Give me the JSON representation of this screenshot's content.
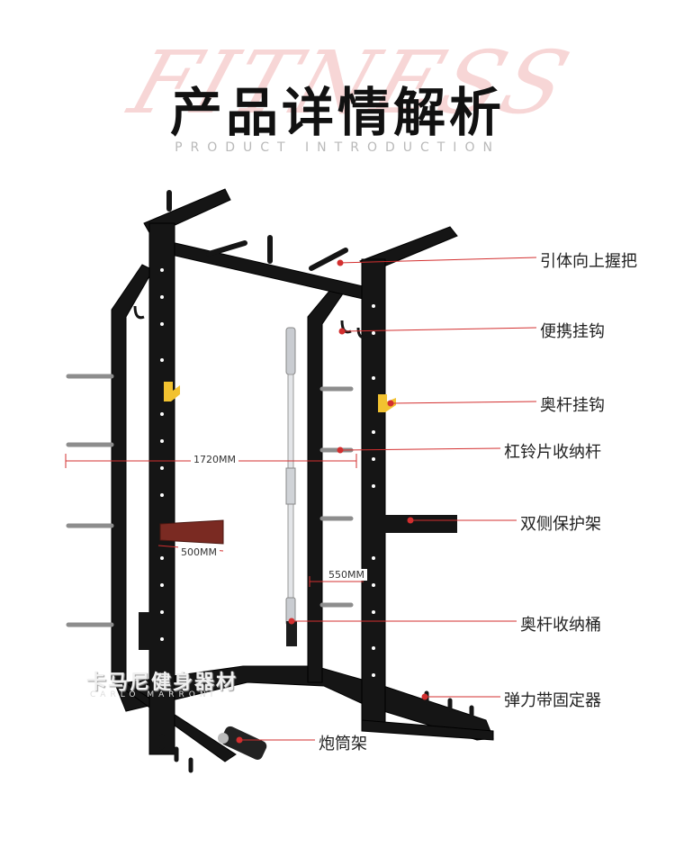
{
  "header": {
    "bg_script": "FITNESS",
    "title": "产品详情解析",
    "subtitle": "PRODUCT INTRODUCTION"
  },
  "dimensions": {
    "width": "1720MM",
    "depth": "500MM",
    "hook_span": "550MM"
  },
  "callouts": [
    {
      "label": "引体向上握把"
    },
    {
      "label": "便携挂钩"
    },
    {
      "label": "奥杆挂钩"
    },
    {
      "label": "杠铃片收纳杆"
    },
    {
      "label": "双侧保护架"
    },
    {
      "label": "奥杆收纳桶"
    },
    {
      "label": "弹力带固定器"
    },
    {
      "label": "炮筒架"
    }
  ],
  "watermark": {
    "brand": "卡马尼健身器材",
    "brand_en": "CARLO MARRONI"
  },
  "colors": {
    "frame": "#151515",
    "callout_line": "#d32f2f",
    "safety_arm": "#7a2a22",
    "hook_yellow": "#f2c230",
    "bar_silver": "#c9ccd1"
  }
}
